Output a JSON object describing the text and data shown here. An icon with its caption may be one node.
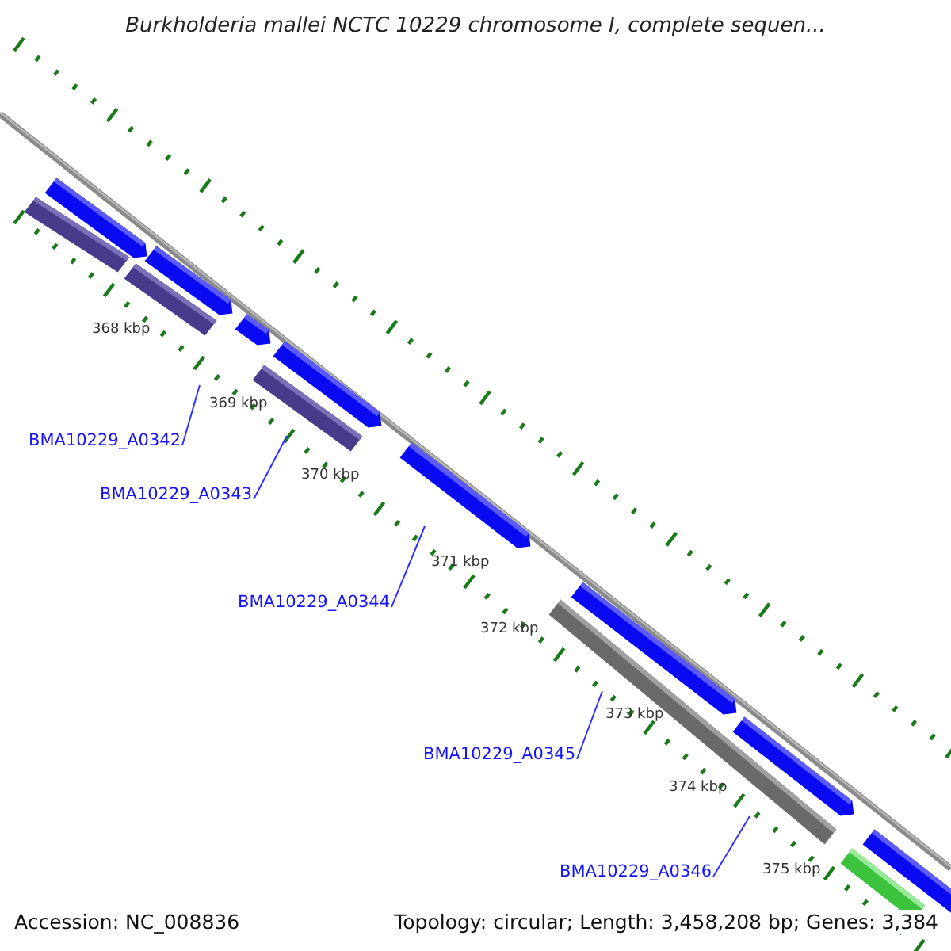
{
  "diagram": {
    "title": "Burkholderia mallei NCTC 10229 chromosome I, complete sequen...",
    "nodes": [
      {
        "text": [
          "BMA10229_A0342"
        ]
      },
      {
        "text": [
          "BMA10229_A0343"
        ]
      },
      {
        "text": [
          "BMA10229_A0344"
        ]
      },
      {
        "text": [
          "BMA10229_A0345"
        ]
      },
      {
        "text": [
          "BMA10229_A0346"
        ]
      }
    ],
    "edges": [
      {
        "from": 0,
        "to": null,
        "arrow": "none"
      },
      {
        "from": 1,
        "to": null,
        "arrow": "none"
      },
      {
        "from": 2,
        "to": null,
        "arrow": "none"
      },
      {
        "from": 3,
        "to": null,
        "arrow": "none"
      },
      {
        "from": 4,
        "to": null,
        "arrow": "none"
      }
    ],
    "labels": [
      "368 kbp",
      "369 kbp",
      "370 kbp",
      "371 kbp",
      "372 kbp",
      "373 kbp",
      "374 kbp",
      "375 kbp",
      "Accession: NC_008836",
      "Topology: circular; Length: 3,458,208 bp; Genes: 3,384"
    ]
  }
}
